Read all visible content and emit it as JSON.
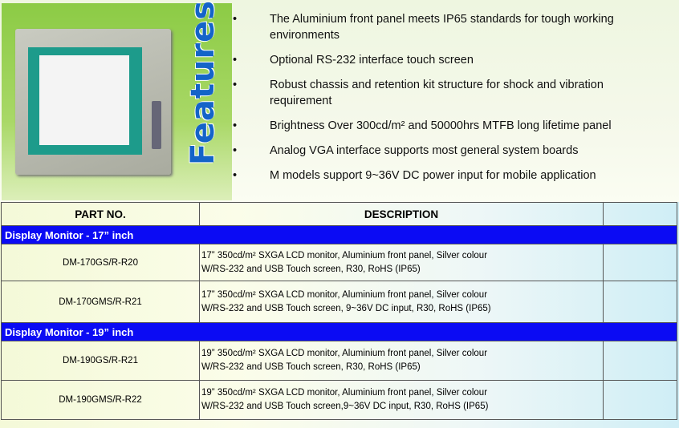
{
  "hero": {
    "title": "Features",
    "bullets": [
      "The Aluminium front panel meets IP65 standards for tough working environments",
      "Optional RS-232 interface touch screen",
      "Robust chassis and retention kit structure for shock and vibration requirement",
      "Brightness Over 300cd/m²  and 50000hrs MTFB long lifetime panel",
      "Analog VGA interface supports most general system boards",
      "M models support 9~36V DC power input for mobile application"
    ]
  },
  "table": {
    "headers": [
      "PART NO.",
      "DESCRIPTION",
      ""
    ],
    "groups": [
      {
        "title": "Display Monitor - 17” inch",
        "rows": [
          {
            "part": "DM-170GS/R-R20",
            "desc1": "17” 350cd/m² SXGA LCD monitor, Aluminium front panel, Silver colour",
            "desc2": "W/RS-232 and USB Touch screen, R30, RoHS  (IP65)"
          },
          {
            "part": "DM-170GMS/R-R21",
            "desc1": "17” 350cd/m² SXGA LCD monitor, Aluminium front panel, Silver colour",
            "desc2": "W/RS-232 and USB Touch screen, 9~36V DC  input, R30, RoHS (IP65)"
          }
        ]
      },
      {
        "title": "Display Monitor - 19” inch",
        "rows": [
          {
            "part": "DM-190GS/R-R21",
            "desc1": "19” 350cd/m² SXGA LCD monitor, Aluminium front panel, Silver colour",
            "desc2": "W/RS-232 and USB Touch screen, R30, RoHS  (IP65)"
          },
          {
            "part": "DM-190GMS/R-R22",
            "desc1": "19” 350cd/m² SXGA LCD monitor, Aluminium front panel, Silver colour",
            "desc2": "W/RS-232 and USB Touch screen,9~36V DC input, R30, RoHS  (IP65)"
          }
        ]
      }
    ]
  }
}
